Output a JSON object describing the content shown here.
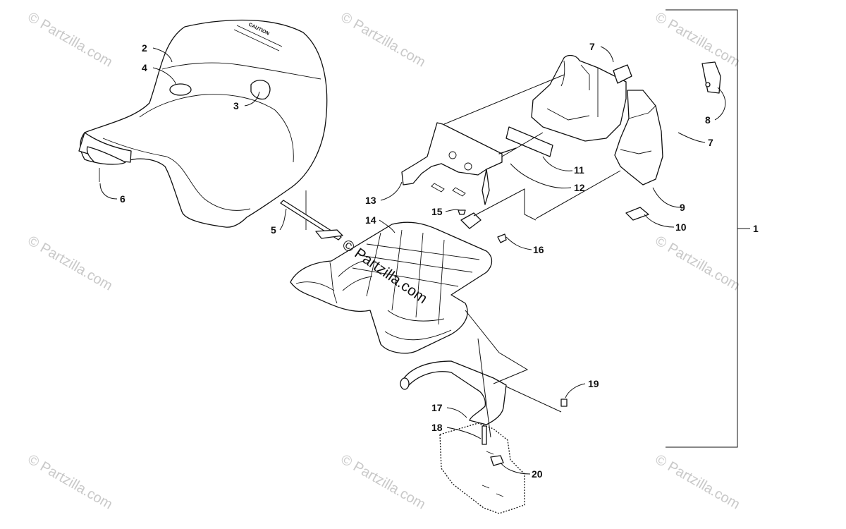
{
  "diagram": {
    "callouts": [
      {
        "id": "c1",
        "label": "1"
      },
      {
        "id": "c2",
        "label": "2"
      },
      {
        "id": "c3",
        "label": "3"
      },
      {
        "id": "c4",
        "label": "4"
      },
      {
        "id": "c5",
        "label": "5"
      },
      {
        "id": "c6",
        "label": "6"
      },
      {
        "id": "c7a",
        "label": "7"
      },
      {
        "id": "c7b",
        "label": "7"
      },
      {
        "id": "c8",
        "label": "8"
      },
      {
        "id": "c9",
        "label": "9"
      },
      {
        "id": "c10",
        "label": "10"
      },
      {
        "id": "c11",
        "label": "11"
      },
      {
        "id": "c12",
        "label": "12"
      },
      {
        "id": "c13",
        "label": "13"
      },
      {
        "id": "c14",
        "label": "14"
      },
      {
        "id": "c15",
        "label": "15"
      },
      {
        "id": "c16",
        "label": "16"
      },
      {
        "id": "c17",
        "label": "17"
      },
      {
        "id": "c18",
        "label": "18"
      },
      {
        "id": "c19",
        "label": "19"
      },
      {
        "id": "c20",
        "label": "20"
      }
    ],
    "seat_warning": "CAUTION",
    "watermark": "© Partzilla.com",
    "center_watermark": "© Partzilla.com"
  }
}
